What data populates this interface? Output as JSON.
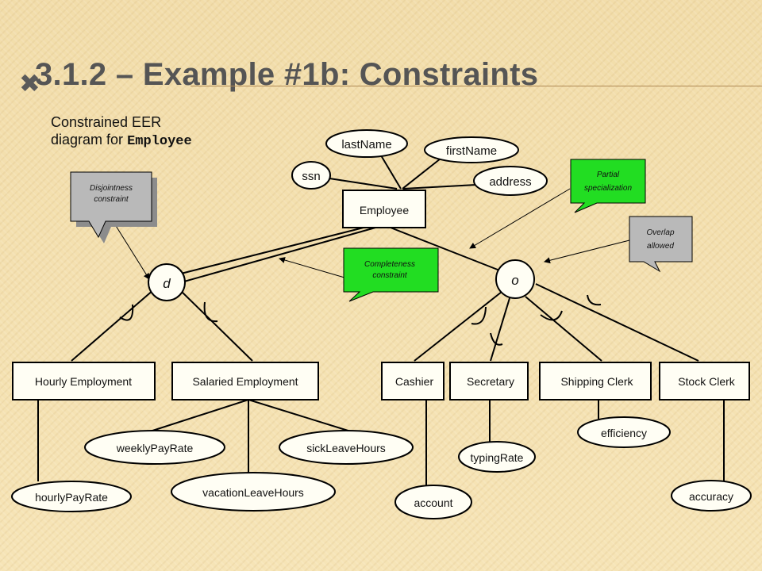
{
  "slide": {
    "title_mark": "✖",
    "title": "3.1.2 – Example #1b: Constraints",
    "subtitle_line1": "Constrained EER",
    "subtitle_line2": "diagram for",
    "subtitle_code": "Employee"
  },
  "diagram": {
    "entity": "Employee",
    "attributes": {
      "ssn": "ssn",
      "lastName": "lastName",
      "firstName": "firstName",
      "address": "address"
    },
    "circles": {
      "disjoint": "d",
      "overlap": "o"
    },
    "subclasses": {
      "hourly": "Hourly Employment",
      "salaried": "Salaried Employment",
      "cashier": "Cashier",
      "secretary": "Secretary",
      "shipping": "Shipping Clerk",
      "stock": "Stock Clerk"
    },
    "sub_attributes": {
      "hourlyPayRate": "hourlyPayRate",
      "weeklyPayRate": "weeklyPayRate",
      "sickLeaveHours": "sickLeaveHours",
      "vacationLeaveHours": "vacationLeaveHours",
      "account": "account",
      "typingRate": "typingRate",
      "efficiency": "efficiency",
      "accuracy": "accuracy"
    },
    "callouts": {
      "disjointness": [
        "Disjointness",
        "constraint"
      ],
      "completeness": [
        "Completeness",
        "constraint"
      ],
      "partial": [
        "Partial",
        "specialization"
      ],
      "overlap": [
        "Overlap",
        "allowed"
      ]
    },
    "colors": {
      "callout_gray": "#b9b9b9",
      "callout_green": "#22dd22"
    }
  }
}
